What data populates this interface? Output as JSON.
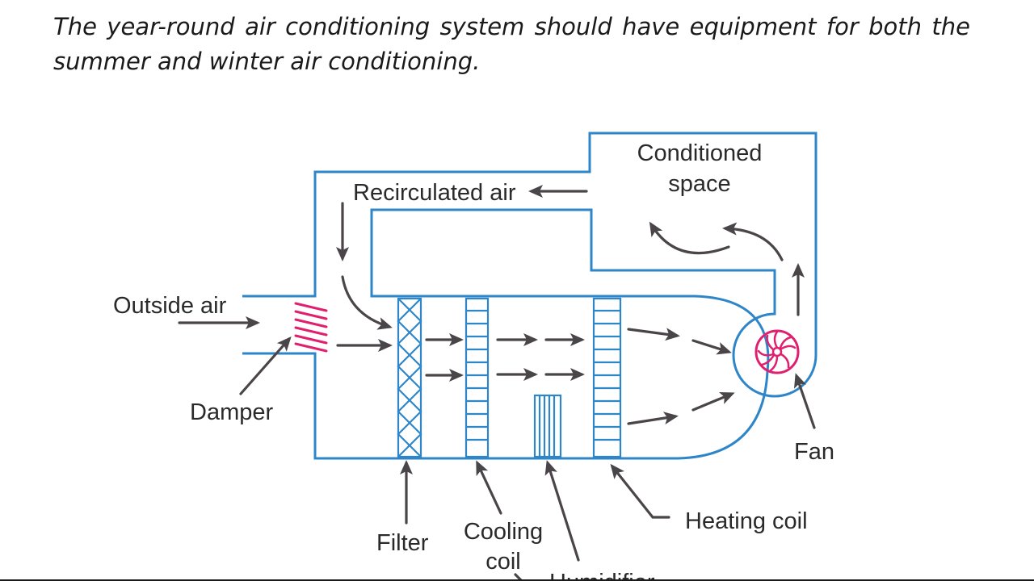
{
  "heading": "The year-round air conditioning system should have equipment for both the summer and winter air conditioning.",
  "labels": {
    "conditioned_space_line1": "Conditioned",
    "conditioned_space_line2": "space",
    "recirculated_air": "Recirculated air",
    "outside_air": "Outside air",
    "damper": "Damper",
    "fan": "Fan",
    "filter": "Filter",
    "cooling_coil_line1": "Cooling",
    "cooling_coil_line2": "coil",
    "humidifier": "Humidifier",
    "heating_coil": "Heating coil"
  },
  "colors": {
    "duct": "#2e86c9",
    "arrow": "#4a4548",
    "damper_and_fan": "#e0206e",
    "text": "#2a2a2a"
  }
}
